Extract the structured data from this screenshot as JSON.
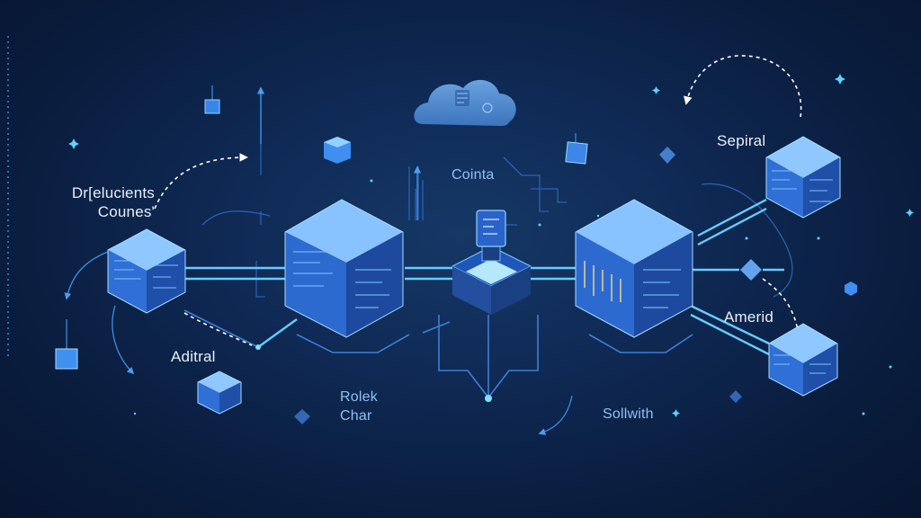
{
  "labels": {
    "top_left": "Dr[elucients\nCounes'",
    "left_lower": "Aditral",
    "center_top": "Cointa",
    "center_bottom": "Rolek\nChar",
    "bottom_right": "Sollwith",
    "right_top": "Sepiral",
    "right_lower": "Amerid"
  },
  "colors": {
    "background": "#0b1e3f",
    "line": "#5cc8ff",
    "cube_face": "#2f6fd6",
    "label_text": "#e8eef8",
    "label_blue": "#8fc0f0"
  },
  "icons": {
    "cloud": "cloud-icon",
    "cube": "cube-icon",
    "core_device": "processor-icon",
    "diamond": "diamond-node-icon"
  }
}
